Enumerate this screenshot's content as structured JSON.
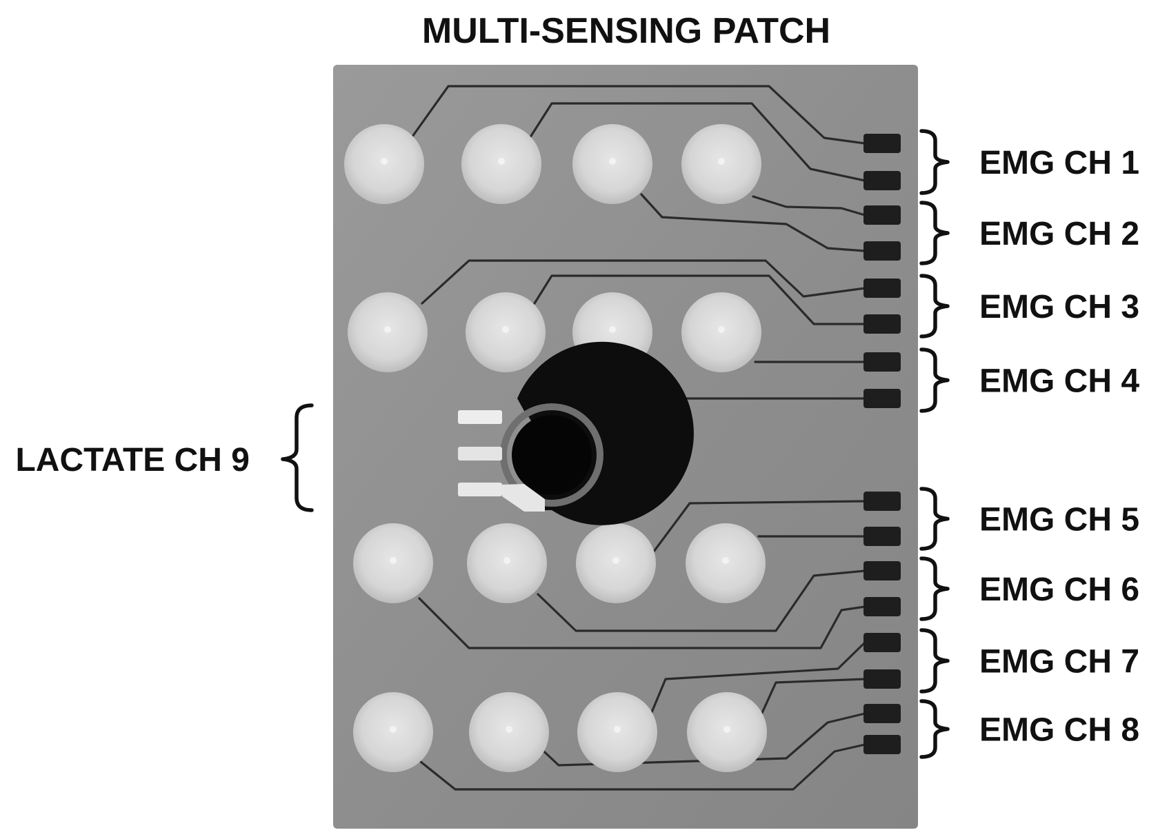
{
  "figure": {
    "title": "MULTI-SENSING PATCH",
    "left_label": "LACTATE CH 9",
    "channels": [
      {
        "label": "EMG CH 1"
      },
      {
        "label": "EMG CH 2"
      },
      {
        "label": "EMG CH 3"
      },
      {
        "label": "EMG CH 4"
      },
      {
        "label": "EMG CH 5"
      },
      {
        "label": "EMG CH 6"
      },
      {
        "label": "EMG CH 7"
      },
      {
        "label": "EMG CH 8"
      }
    ],
    "colors": {
      "substrate": "#8f8f8f",
      "electrode": "#d9d9d9",
      "trace": "#2a2a2a",
      "pad": "#1e1e1e",
      "text": "#111111"
    }
  }
}
